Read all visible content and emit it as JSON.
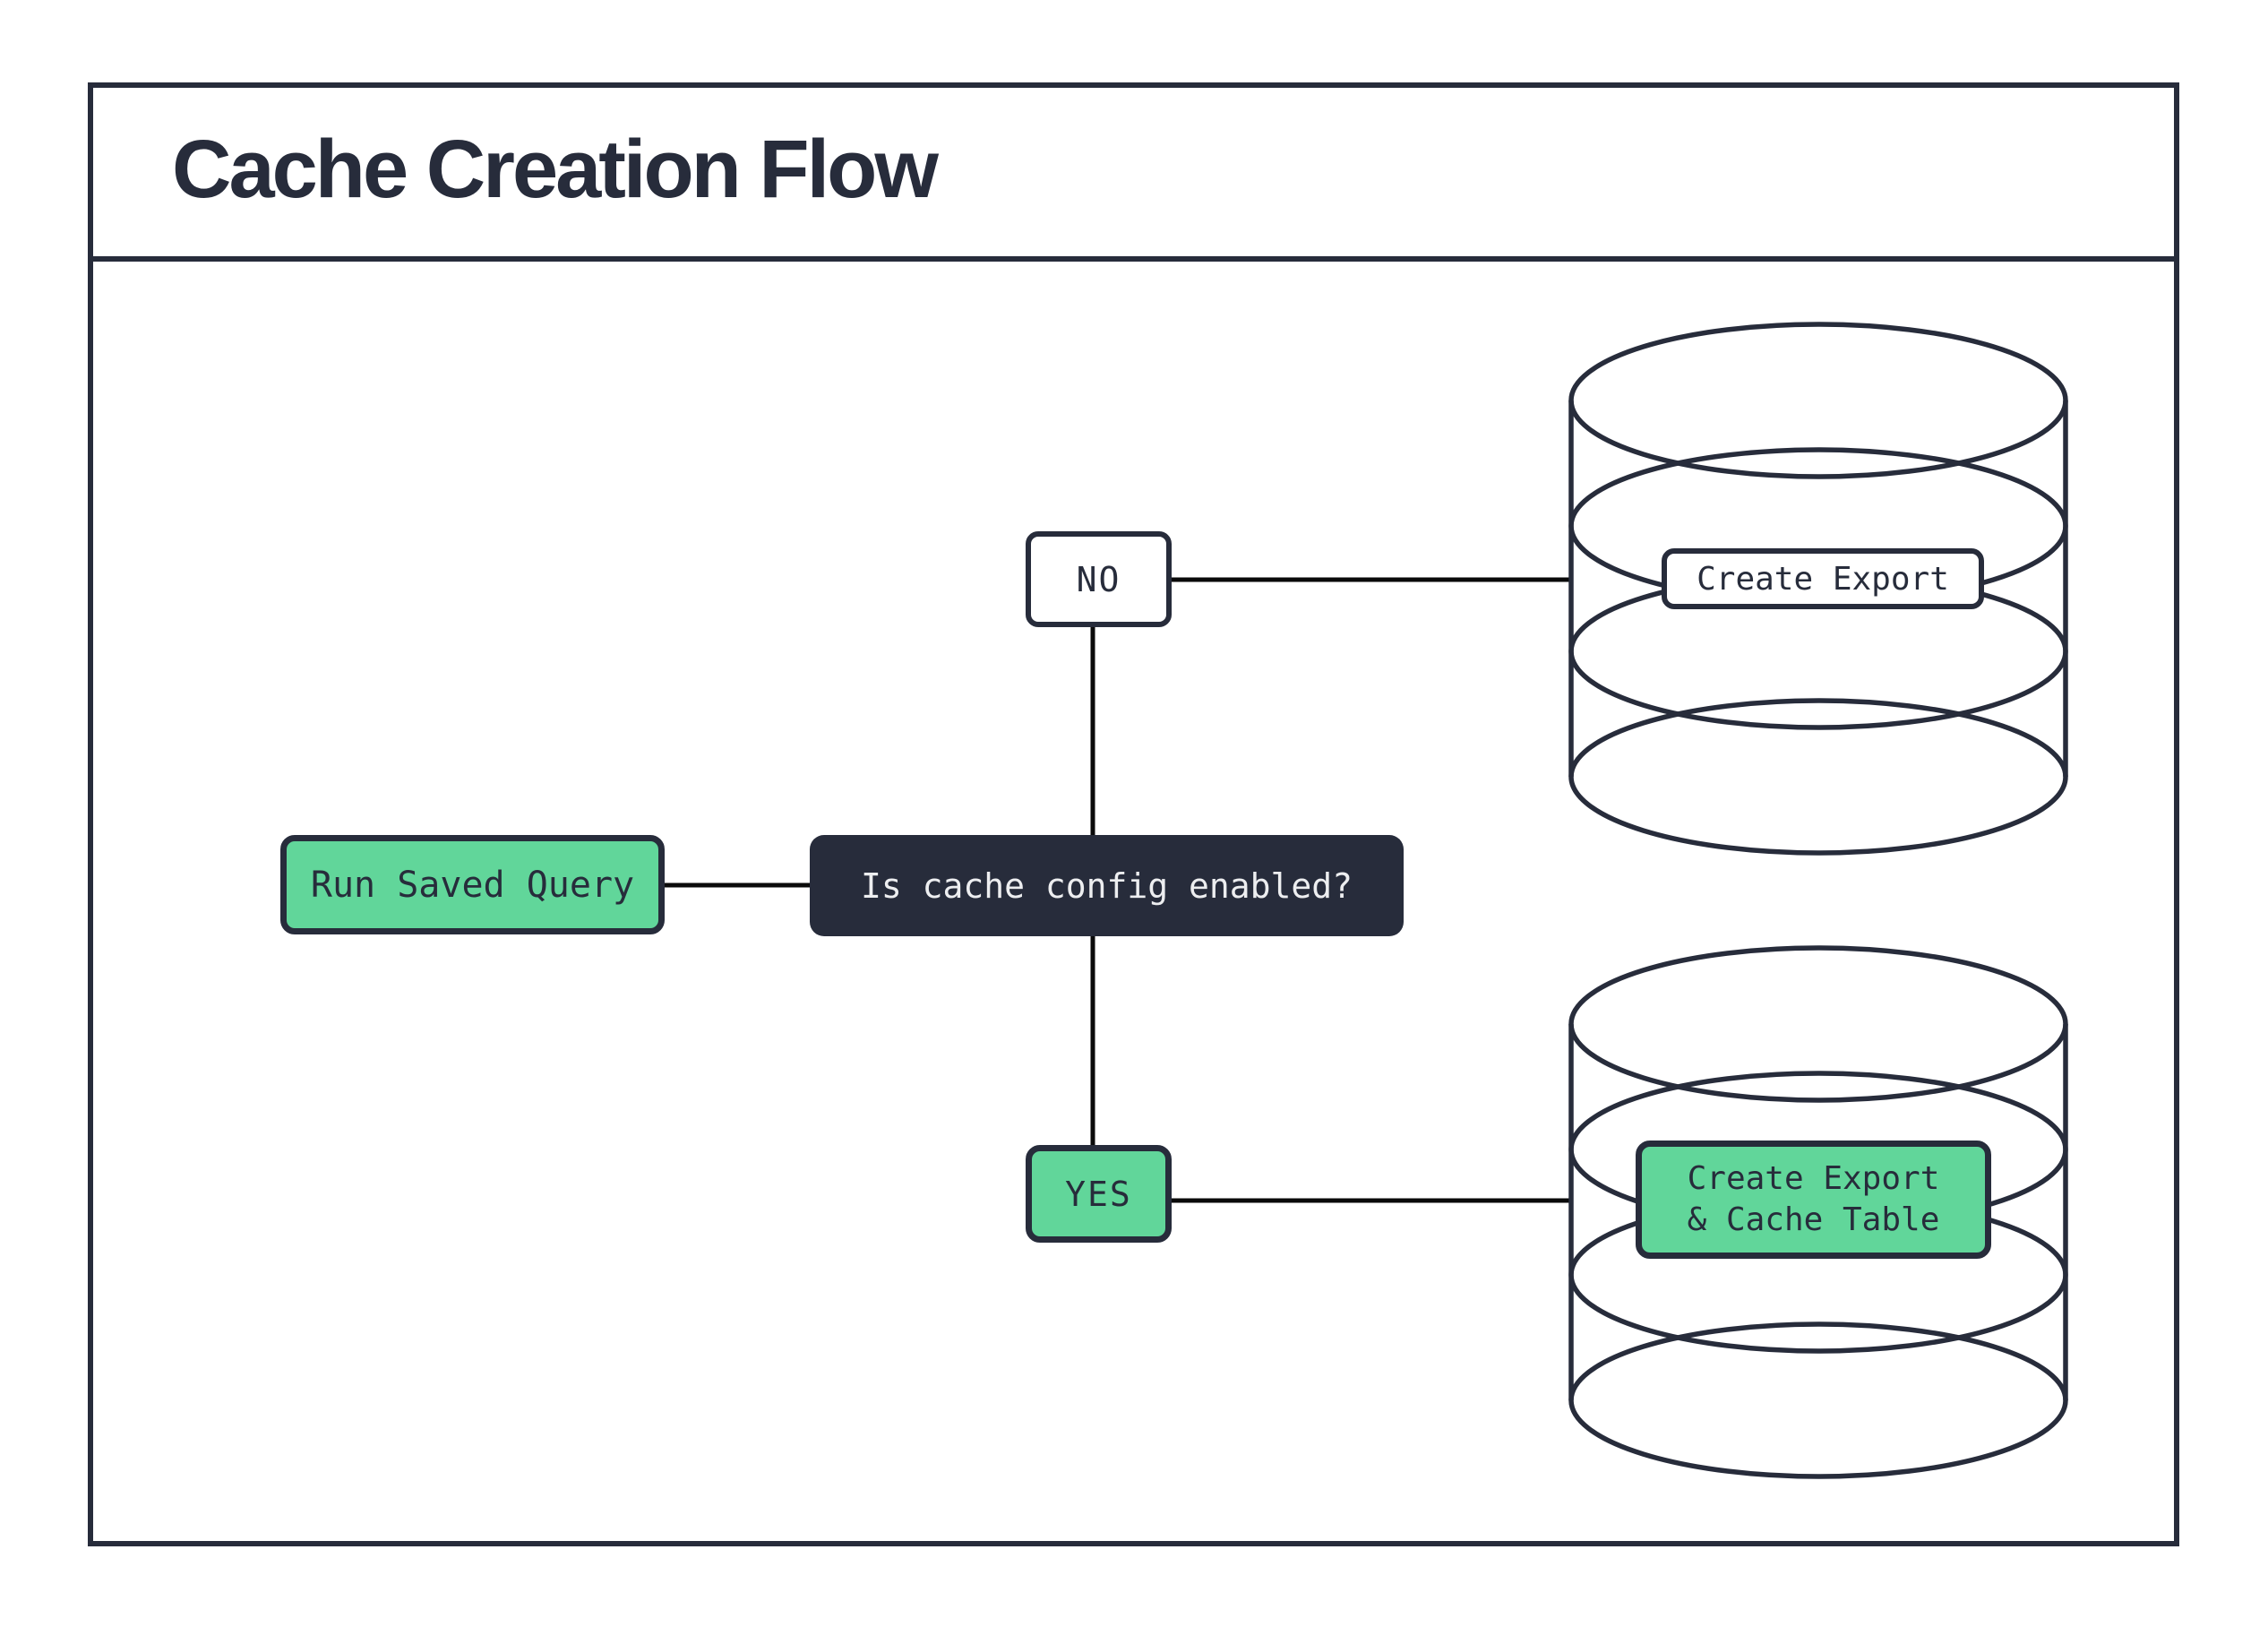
{
  "title": "Cache Creation Flow",
  "colors": {
    "accent_green": "#61d69a",
    "ink_navy": "#272c3b",
    "connector_black": "#0a0a0a",
    "light_text": "#edeef0",
    "background": "#ffffff"
  },
  "flowchart": {
    "start": {
      "label": "Run Saved Query"
    },
    "decision": {
      "label": "Is cache config enabled?"
    },
    "branch_no": {
      "label": "NO"
    },
    "branch_yes": {
      "label": "YES"
    },
    "outcome_no": {
      "label": "Create Export"
    },
    "outcome_yes": {
      "line1": "Create Export",
      "line2": "& Cache Table"
    }
  }
}
